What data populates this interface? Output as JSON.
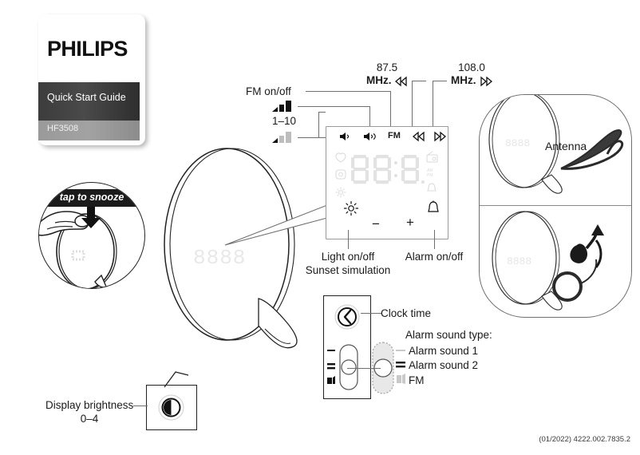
{
  "document": {
    "brand": "PHILIPS",
    "guide_title": "Quick Start Guide",
    "model": "HF3508",
    "footer": "(01/2022) 4222.002.7835.2"
  },
  "snooze_inset": {
    "banner_label": "tap to snooze",
    "icon": "hand-tap-icon"
  },
  "top_callouts": {
    "fm_onoff_label": "FM on/off",
    "volume_range_label": "1–10",
    "tune_down": {
      "value": "87.5",
      "unit": "MHz.",
      "icon": "rewind-icon"
    },
    "tune_up": {
      "value": "108.0",
      "unit": "MHz.",
      "icon": "fast-forward-icon"
    }
  },
  "control_panel": {
    "buttons": [
      {
        "name": "volume-down-button",
        "glyph": "vol-low-icon"
      },
      {
        "name": "volume-up-button",
        "glyph": "vol-high-icon"
      },
      {
        "name": "fm-button",
        "label": "FM"
      },
      {
        "name": "tune-down-button",
        "glyph": "rewind-icon"
      },
      {
        "name": "tune-up-button",
        "glyph": "forward-icon"
      }
    ],
    "display": {
      "digits": "88:88",
      "left_indicators": [
        "snooze-icon",
        "clock-icon",
        "sun-icon"
      ],
      "right_indicators": [
        "radio-icon",
        "am-pm-icon",
        "bell-icon"
      ],
      "am_label": "AM",
      "pm_label": "PM"
    },
    "bottom_controls": [
      {
        "name": "light-button",
        "glyph": "sun-icon"
      },
      {
        "name": "minus-button",
        "label": "−"
      },
      {
        "name": "plus-button",
        "label": "+"
      },
      {
        "name": "alarm-button",
        "glyph": "bell-icon"
      }
    ]
  },
  "bottom_callouts": {
    "light_line1": "Light on/off",
    "light_line2": "Sunset simulation",
    "alarm_label": "Alarm on/off"
  },
  "rear_panel": {
    "clock_time_label": "Clock time",
    "clock_icon": "clock-dial-icon",
    "alarm_sound_heading": "Alarm sound type:",
    "options": [
      {
        "marker": "single-dash-icon",
        "label": "Alarm sound 1"
      },
      {
        "marker": "double-dash-icon",
        "label": "Alarm sound 2"
      },
      {
        "marker": "music-note-icon",
        "label": "FM"
      }
    ]
  },
  "brightness": {
    "line1": "Display brightness",
    "line2": "0–4",
    "icon": "half-moon-contrast-icon"
  },
  "right_panel": {
    "antenna_label": "Antenna",
    "top_icon": "antenna-wire-icon",
    "bottom_icon": "coiled-cable-rotate-icon"
  }
}
